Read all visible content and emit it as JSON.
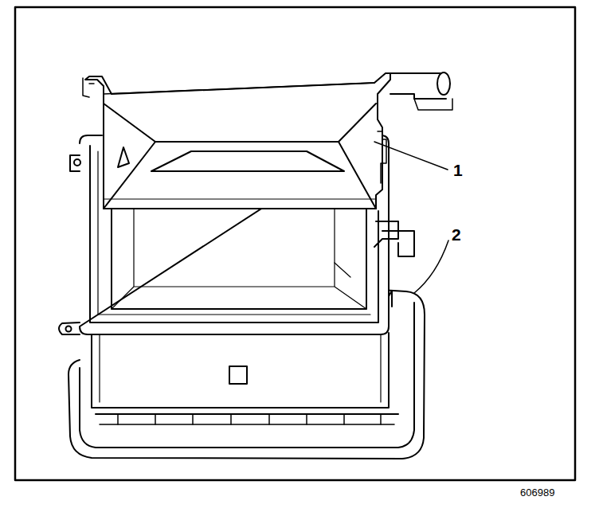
{
  "diagram": {
    "labels": [
      "1",
      "2",
      "606989"
    ]
  }
}
